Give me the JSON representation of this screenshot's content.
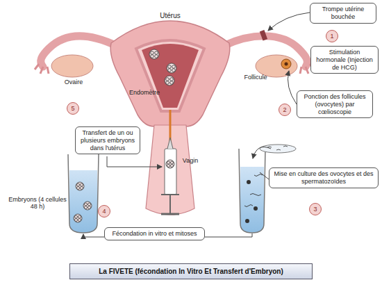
{
  "diagram": {
    "title": "La FIVETE (fécondation In Vitro Et Transfert d'Embryon)",
    "nodes": [
      {
        "text": [
          "Trompe utérine bouchée"
        ]
      },
      {
        "text": [
          "1"
        ]
      },
      {
        "text": [
          "Stimulation hormonale (Injection de HCG)"
        ]
      },
      {
        "text": [
          "2"
        ]
      },
      {
        "text": [
          "Ponction des follicules (ovocytes) par cœlioscopie"
        ]
      },
      {
        "text": [
          "5"
        ]
      },
      {
        "text": [
          "Transfert de un ou plusieurs embryons dans l'utérus"
        ]
      },
      {
        "text": [
          "Mise en culture des ovocytes et des spermatozoïdes"
        ]
      },
      {
        "text": [
          "4"
        ]
      },
      {
        "text": [
          "3"
        ]
      },
      {
        "text": [
          "Fécondation in vitro et mitoses"
        ]
      }
    ],
    "labels": [
      "Utérus",
      "Ovaire",
      "Follicule",
      "Endomètre",
      "Vagin",
      "Embryons (4 cellules 48 h)"
    ]
  }
}
